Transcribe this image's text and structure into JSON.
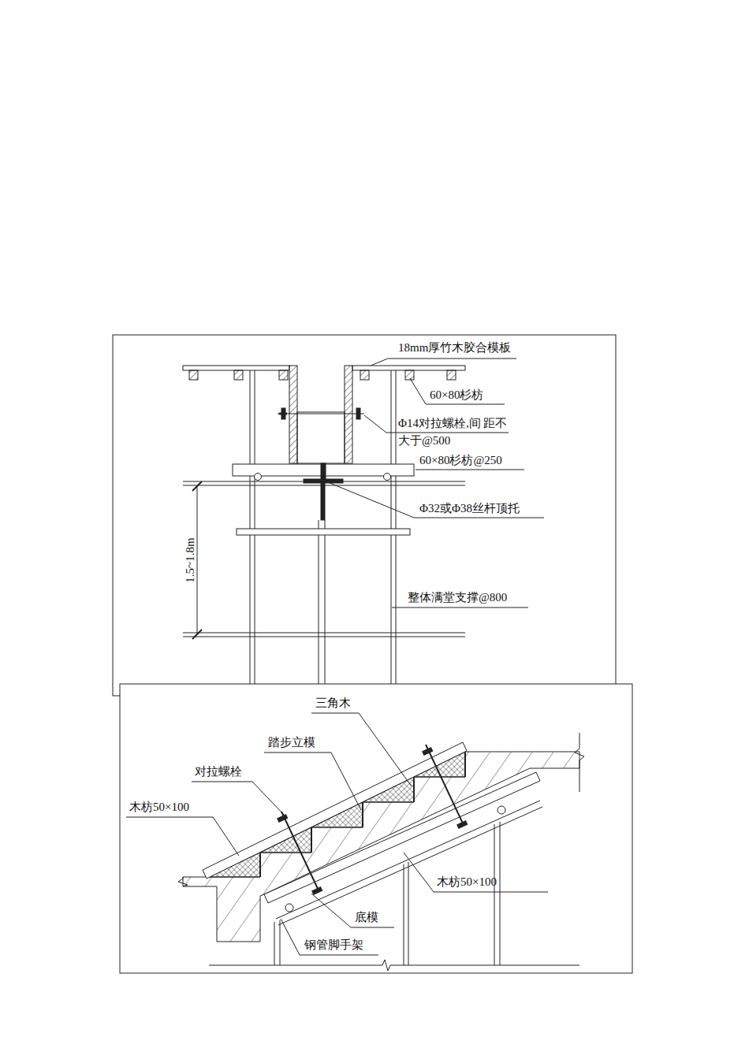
{
  "diagram": {
    "labels": [
      "18mm厚竹木胶合模板",
      "60×80杉枋",
      "Φ14对拉螺栓,间 距不大于@500",
      "60×80杉枋@250",
      "Φ32或Φ38丝杆顶托",
      "1.5~1.8m",
      "整体满堂支撑@800",
      "三角木",
      "踏步立模",
      "对拉螺栓",
      "木枋50×100",
      "木枋50×100",
      "底模",
      "钢管脚手架"
    ]
  }
}
